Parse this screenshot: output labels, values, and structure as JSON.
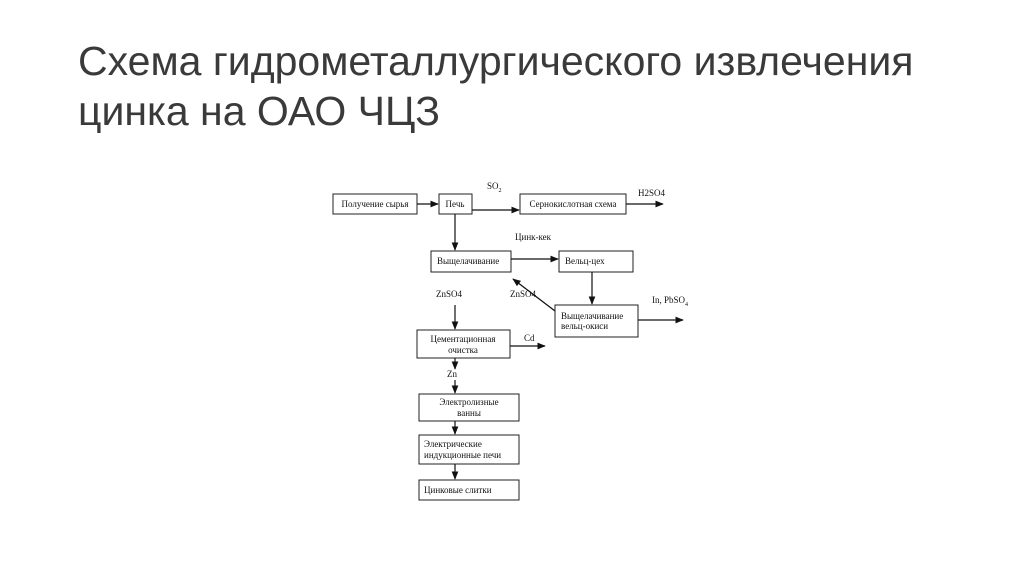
{
  "slide": {
    "title_lines": [
      "Схема гидрометаллургического извлечения",
      "цинка на ОАО ЧЦЗ"
    ]
  },
  "diagram": {
    "boxes": {
      "raw": "Получение сырья",
      "furnace": "Печь",
      "acid": "Сернокислотная схема",
      "leach": "Выщелачивание",
      "waelz": "Вельц-цех",
      "leach_oxide_1": "Выщелачивание",
      "leach_oxide_2": "вельц-окиси",
      "cement_1": "Цементационная",
      "cement_2": "очистка",
      "electro_1": "Электролизные",
      "electro_2": "ванны",
      "induction_1": "Электрические",
      "induction_2": "индукционные печи",
      "ingots": "Цинковые слитки"
    },
    "labels": {
      "so2": "SO",
      "so2_sub": "2",
      "h2so4": "H2SO4",
      "cake": "Цинк-кек",
      "znso4_left": "ZnSO4",
      "znso4_right": "ZnSO4",
      "in_pb": "In, PbSO",
      "in_pb_sub": "4",
      "cd": "Cd",
      "zn": "Zn"
    }
  }
}
